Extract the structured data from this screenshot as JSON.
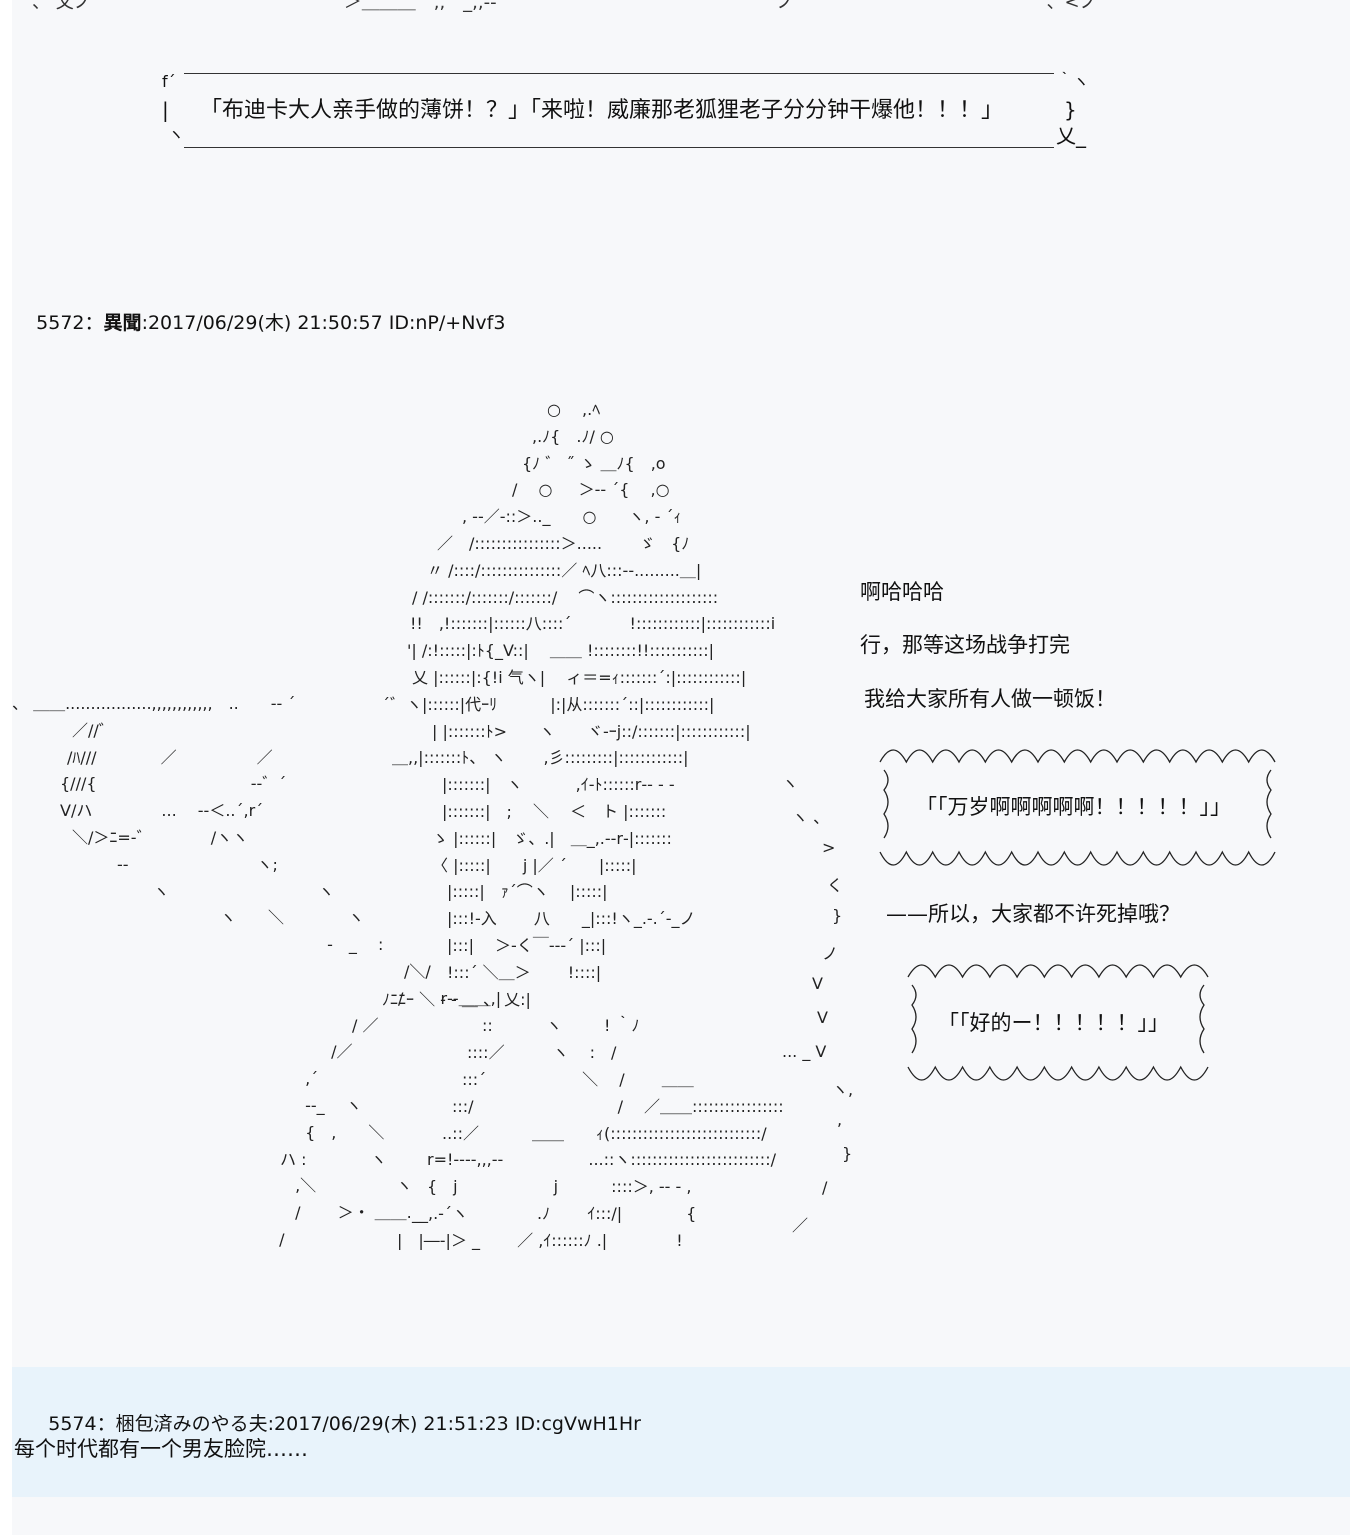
{
  "top_fragment": "、 乂ノ　　　　　　　　　　　　　　＞＿＿＿　,,　_,,-‐''　　　　　　　　　　　　　　　ノ　　　　　　　　　　　　　　、<ノ",
  "bubble_top": {
    "text": "「布迪卡大人亲手做的薄饼！？」「来啦！威廉那老狐狸老子分分钟干爆他！！！」"
  },
  "post_5572": {
    "header_number": "5572",
    "separator": "：",
    "name": "異聞",
    "datetime": "2017/06/29(木) 21:50:57",
    "id": "ID:nP/+Nvf3"
  },
  "speech": {
    "line1": "啊哈哈哈",
    "line2": "行，那等这场战争打完",
    "line3": "我给大家所有人做一顿饭！",
    "bubble1": "「「万岁啊啊啊啊啊！！！！！」」",
    "line4": "——所以，大家都不许死掉哦？",
    "bubble2": "「「好的ー！！！！！」」"
  },
  "post_5574": {
    "header_number": "5574",
    "separator": "：",
    "name": "梱包済みのやる夫",
    "datetime": "2017/06/29(木) 21:51:23",
    "id": "ID:cgVwH1Hr",
    "body": "每个时代都有一个男友脸院……"
  },
  "ascii_art": [
    "○　 ,.ﾍ",
    ",.ﾉ{　.ﾉ/ ○",
    "{ﾉ ゛ ˝ ゝ ＿ﾉ{　,o",
    "/　 ○ 　 ＞-‐ ´{ 　,○",
    ", -‐／‐::＞.._　　○　　ヽ, ‐ ´ｨ",
    "／　/::::::::::::::::＞.....　　 ゞ　{ﾉ",
    "〃 /::::/:::::::::::::::／ ﾍ八:::‐‐.........＿|",
    "/ /:::::::/:::::::/:::::::/　 ⌒ヽ::::::::::::::::::::",
    "!!　,!:::::::|::::::八::::´ 　　　 !::::::::::::|::::::::::::i",
    "'| /:!:::::|:ﾄ{_V::|　 ＿＿ !::::::::!!:::::::::::|",
    "乂 |::::::|:{!i 气ヽ|　 ィ＝=ｨ:::::::´:|::::::::::::|",
    "´゛ヽ|::::::|代ｰﾘ　　　 |:|从:::::::´::|::::::::::::|",
    "| |:::::::ﾄ>　　ヽ　　ヾ‐ｰj::/:::::::|::::::::::::|",
    "＿,,|:::::::ﾄ、 ヽ　　 ,彡:::::::::|::::::::::::|",
    "|:::::::|　ヽ　　　 ,ｲ‐ﾄ::::::r‐‐ ‐ ‐",
    "|:::::::|　;　 ＼　 ＜　ト |:::::::",
    "ゝ |::::::|　ゞ、.|　＿_,.‐-r‐|:::::::",
    "〈 |:::::|　　j |／ ´　　|:::::|",
    "|:::::|　ｧ´⌒ヽ　 |:::::|",
    "|:::!‐入　　 八　　_|:::!ヽ_.‐.´‐_ノ",
    "|:::|　 ＞‐く￣‐-‐´ |:::|",
    "!:::´ ＼＿＞　　 !::::|",
    "ﾉﾆﾆｰ ＼ ‐ ‐ ＿ 、 乂:|",
    "::　　　 ヽ 　　 ! ｀ﾉ",
    "::::／　　　ヽ　 :　/",
    ":::´　　　　　　＼ 　/　　 ＿＿",
    ":::/　　　　　　　　　/ 　／＿＿:::::::::::::::::",
    "..::／　　　 ＿＿　　ｨ(::::::::::::::::::::::::::::/",
    "r=!‐‐‐‐,,,‐‐　　　　　 ...::ヽ::::::::::::::::::::::::::/",
    "{　j　　　　　　j　　　 ::::＞, ‐‐ ‐ ,",
    "__,.‐´ヽ　　　　 .ﾉ　　 ｲ:::/|　　　　{",
    "|　|―‐|＞ _　　 ／ ,ｲ::::::ﾉ .|　　　　 !"
  ],
  "ascii_left": [
    "、 ＿＿.................,,,,,,,,,,,,　..　　‐‐ ´ ",
    "／//゛",
    "/ﾊ///　　　　／　　　　　／",
    "{///{ 　　　　　　　　　 ‐‐゛´",
    "V/ハ　　　　 ...　 ‐‐＜..´,r´",
    "＼/＞ﾆ=-゛ 　　　 /ヽヽ",
    "‐‐　　　　　　　　ヽ;",
    "　 ヽ　　　　　　　　　 ヽ",
    "　　　ヽ　　＼　　　　ヽ",
    "　　　　　 ‐　_ 　:",
    "　　　　　　　/＼/",
    "　　　　　　/　　 r‐‐＿＿,|",
    "　　　　　/ ／",
    "　　　　 /／",
    "　　　 ,´",
    "　　　 ‐‐_　 ヽ",
    "　　　 {　,　　＼",
    "　　　ハ :　　　　ヽ",
    "　　　 ,＼　　　　　ヽ",
    "　　　 /　　 ＞・ ＿＿.",
    "　　 /"
  ],
  "ascii_right_edge": [
    "ヽ",
    "ヽ 、",
    ">",
    "く",
    "}",
    "ノ",
    "V",
    "V",
    "... _ V",
    "ヽ,",
    ",",
    "}",
    "/",
    "／"
  ]
}
